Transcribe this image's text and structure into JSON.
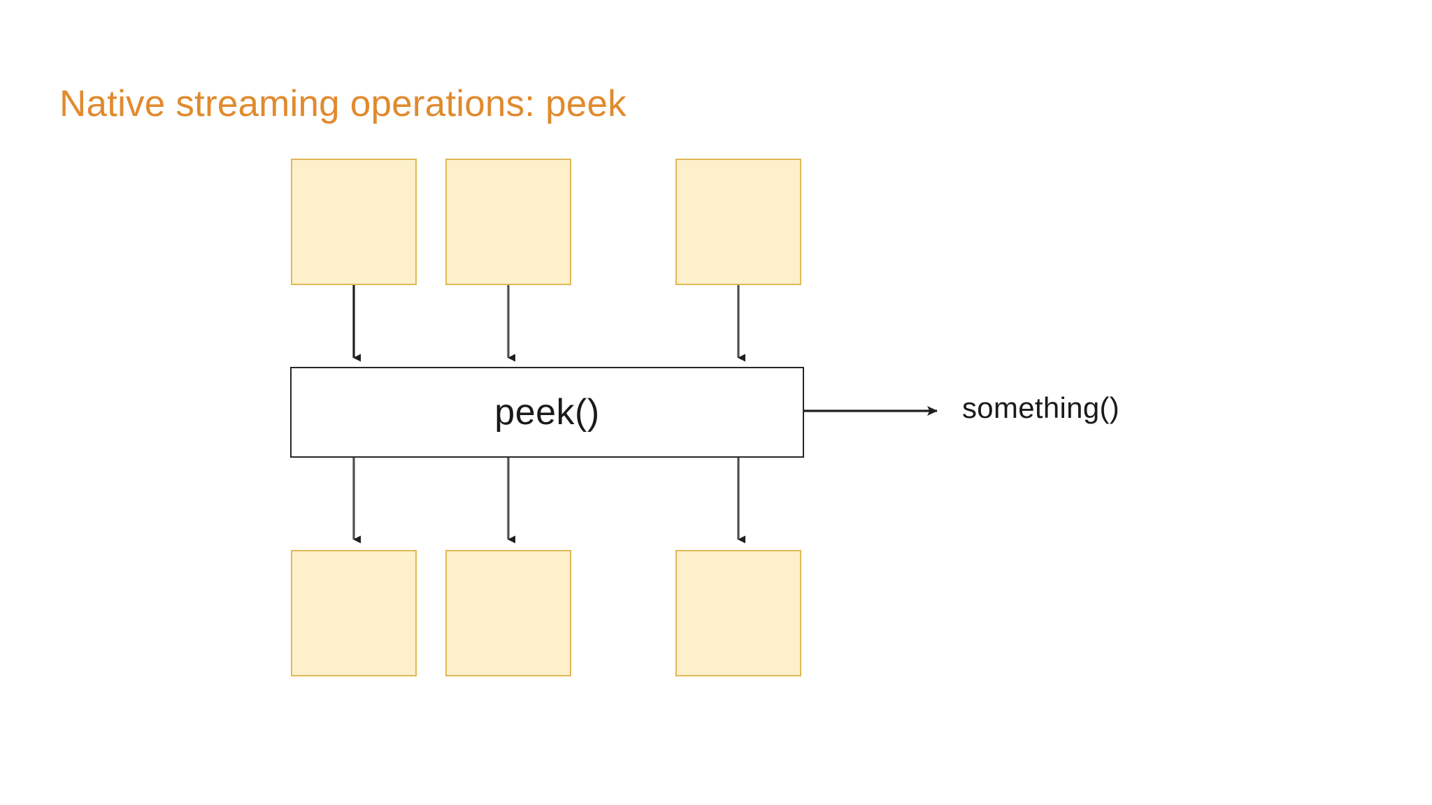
{
  "slide": {
    "title": "Native streaming operations: peek",
    "background_color": "#FFFFFF",
    "title_color": "#E08A2E"
  },
  "diagram": {
    "type": "flow-diagram",
    "description": "Three input stream elements flow down into a peek() operation box, which passes them through unchanged to three output stream elements, while also emitting a side call to something().",
    "operation_box": {
      "label": "peek()",
      "fill_color": "#FFFFFF",
      "border_color": "#262626"
    },
    "side_effect": {
      "label": "something()",
      "arrow_direction": "right"
    },
    "element_style": {
      "fill_color": "#FDF0CB",
      "border_color": "#DFB853"
    },
    "arrow_color": "#3A3A3A",
    "input_elements": [
      {
        "name": "input-element-1"
      },
      {
        "name": "input-element-2"
      },
      {
        "name": "input-element-3"
      }
    ],
    "output_elements": [
      {
        "name": "output-element-1"
      },
      {
        "name": "output-element-2"
      },
      {
        "name": "output-element-3"
      }
    ]
  }
}
